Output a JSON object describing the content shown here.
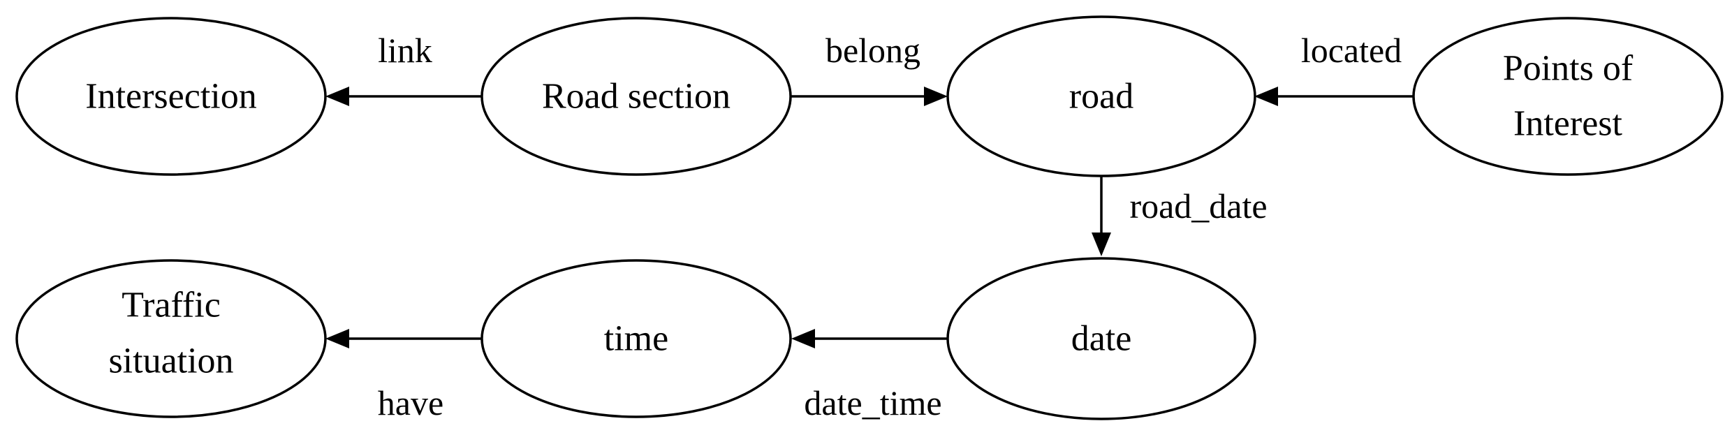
{
  "colors": {
    "stroke": "#000000",
    "background": "#ffffff",
    "text": "#000000"
  },
  "nodes": {
    "intersection": {
      "lines": [
        "Intersection"
      ]
    },
    "road_section": {
      "lines": [
        "Road section"
      ]
    },
    "road": {
      "lines": [
        "road"
      ]
    },
    "poi": {
      "lines": [
        "Points of",
        "Interest"
      ]
    },
    "traffic": {
      "lines": [
        "Traffic",
        "situation"
      ]
    },
    "time": {
      "lines": [
        "time"
      ]
    },
    "date": {
      "lines": [
        "date"
      ]
    }
  },
  "edges": {
    "link": {
      "from": "road_section",
      "to": "intersection",
      "label": "link"
    },
    "belong": {
      "from": "road_section",
      "to": "road",
      "label": "belong"
    },
    "located": {
      "from": "poi",
      "to": "road",
      "label": "located"
    },
    "road_date": {
      "from": "road",
      "to": "date",
      "label": "road_date"
    },
    "date_time": {
      "from": "date",
      "to": "time",
      "label": "date_time"
    },
    "have": {
      "from": "time",
      "to": "traffic",
      "label": "have"
    }
  }
}
